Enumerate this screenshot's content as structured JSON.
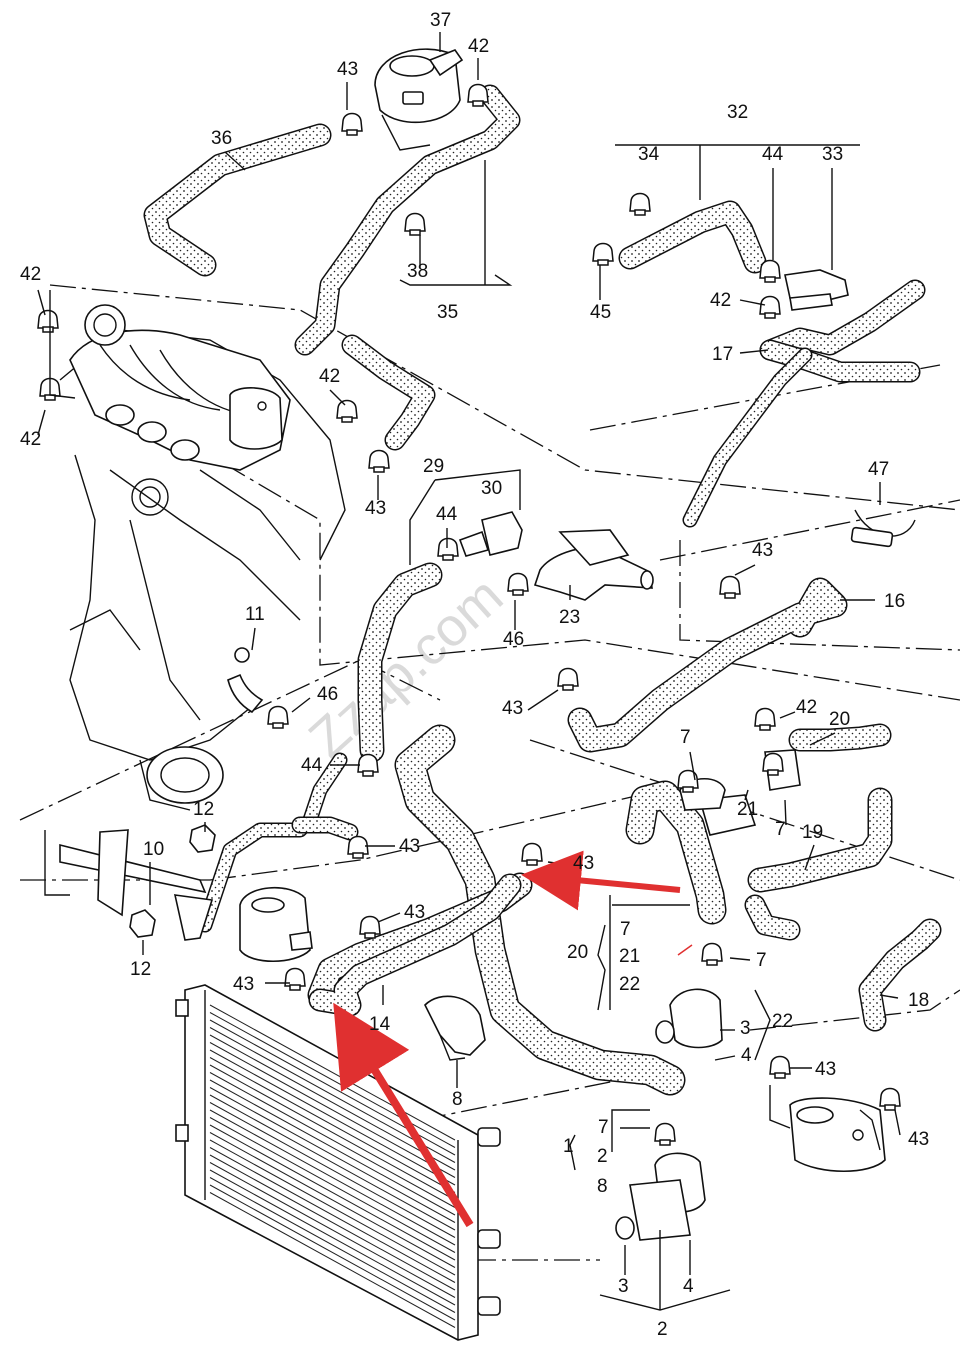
{
  "watermark": "Zzap.com",
  "colors": {
    "arrow": "#e03030",
    "line": "#111111",
    "background": "#ffffff"
  },
  "labels": {
    "l37": "37",
    "l42a": "42",
    "l43a": "43",
    "l36": "36",
    "l38": "38",
    "l35": "35",
    "l32": "32",
    "l34": "34",
    "l44a": "44",
    "l33": "33",
    "l45": "45",
    "l42b": "42",
    "l17": "17",
    "l42c": "42",
    "l42d": "42",
    "l42e": "42",
    "l43b": "43",
    "l29": "29",
    "l30": "30",
    "l44b": "44",
    "l47": "47",
    "l11": "11",
    "l23": "23",
    "l46a": "46",
    "l43c": "43",
    "l16": "16",
    "l46b": "46",
    "l43d": "43",
    "l44c": "44",
    "l42f": "42",
    "l20a": "20",
    "l7a": "7",
    "l21a": "21",
    "l7b": "7",
    "l12a": "12",
    "l10": "10",
    "l12b": "12",
    "l43e": "43",
    "l43f": "43",
    "l19": "19",
    "l43g": "43",
    "l20b": "20",
    "l7c": "7",
    "l21b": "21",
    "l22a": "22",
    "l7d": "7",
    "l43h": "43",
    "l14": "14",
    "l3a": "3",
    "l22b": "22",
    "l18": "18",
    "l4a": "4",
    "l43i": "43",
    "l8a": "8",
    "l7e": "7",
    "l1": "1",
    "l2a": "2",
    "l8b": "8",
    "l43j": "43",
    "l3b": "3",
    "l4b": "4",
    "l2b": "2"
  }
}
